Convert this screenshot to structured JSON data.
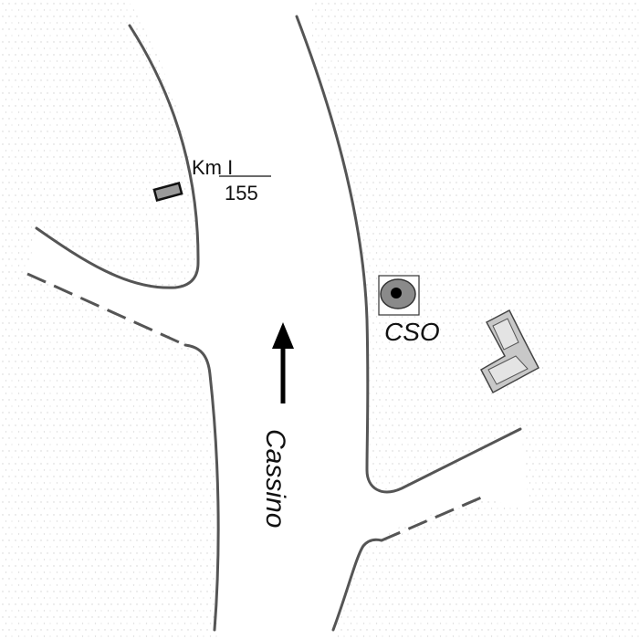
{
  "labels": {
    "km_top": "Km I",
    "km_bottom": "155",
    "cso": "CSO",
    "road_name": "Cassino"
  },
  "colors": {
    "road_edge": "#555555",
    "building_fill": "#c8c8c8",
    "building_stroke": "#444444",
    "dot_pattern": "#d2d2d2",
    "arrow": "#000000",
    "cso_ring": "#8a8a8a",
    "cso_center": "#000000"
  },
  "icons": {
    "direction": "north-arrow-icon",
    "cso_marker": "target-icon"
  }
}
